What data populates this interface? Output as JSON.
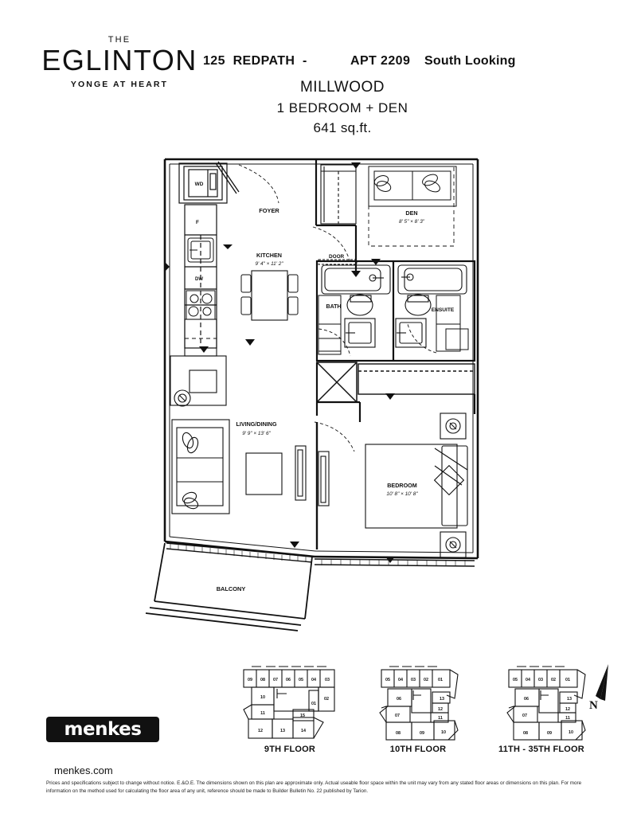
{
  "header": {
    "logo_the": "THE",
    "logo_name": "EGLINTON",
    "logo_tagline": "YONGE AT HEART",
    "address": "125  REDPATH  -",
    "apartment": "APT 2209",
    "facing": "South Looking",
    "suite_name": "MILLWOOD",
    "suite_type": "1 BEDROOM   + DEN",
    "suite_area": "641 sq.ft."
  },
  "plan": {
    "rooms": [
      {
        "name": "FOYER",
        "dims": ""
      },
      {
        "name": "KITCHEN",
        "dims": "9' 4\" x 11' 2\""
      },
      {
        "name": "DEN",
        "dims": "8' 5\" x 8' 3\""
      },
      {
        "name": "BATH",
        "dims": ""
      },
      {
        "name": "ENSUITE",
        "dims": ""
      },
      {
        "name": "LIVING/DINING",
        "dims": "9' 9\" x 13' 6\""
      },
      {
        "name": "BEDROOM",
        "dims": "10' 8\" x 10' 8\""
      },
      {
        "name": "BALCONY",
        "dims": ""
      }
    ],
    "appliances": [
      {
        "code": "WD",
        "meaning": "washer-dryer"
      },
      {
        "code": "F",
        "meaning": "fridge"
      },
      {
        "code": "DW",
        "meaning": "dishwasher"
      }
    ],
    "annotations": [
      {
        "label": "DOOR"
      }
    ]
  },
  "keyplans": [
    {
      "label": "9TH FLOOR",
      "units": [
        "09",
        "08",
        "07",
        "06",
        "05",
        "04",
        "03",
        "02",
        "01",
        "10",
        "11",
        "12",
        "13",
        "14",
        "15"
      ]
    },
    {
      "label": "10TH FLOOR",
      "units": [
        "05",
        "04",
        "03",
        "02",
        "01",
        "06",
        "07",
        "08",
        "09",
        "10",
        "11",
        "12",
        "13"
      ]
    },
    {
      "label": "11TH - 35TH FLOOR",
      "units": [
        "05",
        "04",
        "03",
        "02",
        "01",
        "06",
        "07",
        "08",
        "09",
        "10",
        "11",
        "12",
        "13"
      ]
    }
  ],
  "compass": {
    "north_label": "N"
  },
  "footer": {
    "brand": "menkes",
    "url": "menkes.com",
    "disclaimer": "Prices and specifications subject to change without notice. E.&O.E. The dimensions shown on this plan are approximate only. Actual useable floor space within the unit may vary from any stated floor areas or dimensions on this plan. For more information on the method used for calculating the floor area of any unit, reference should be made to Builder Bulletin No. 22 published by Tarion."
  }
}
